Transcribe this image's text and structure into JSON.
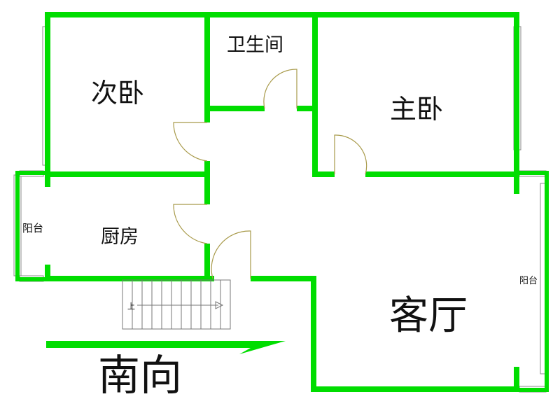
{
  "rooms": {
    "second_bedroom": "次卧",
    "bathroom": "卫生间",
    "master_bedroom": "主卧",
    "kitchen": "厨房",
    "west_balcony": "阳台",
    "living_room": "客厅",
    "east_balcony": "阳台"
  },
  "stair_label": "上",
  "orientation": "南向",
  "colors": {
    "wall": "#00dd00",
    "door": "#a89a4a",
    "text": "#111111"
  }
}
